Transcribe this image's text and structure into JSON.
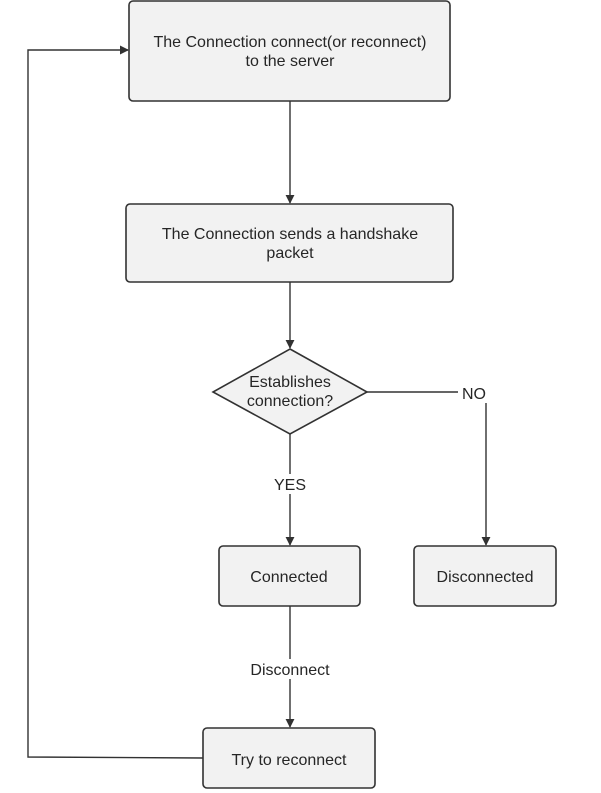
{
  "nodes": {
    "connect": {
      "line1": "The Connection connect(or reconnect)",
      "line2": "to the server"
    },
    "handshake": {
      "line1": "The Connection sends a handshake",
      "line2": "packet"
    },
    "decision": {
      "line1": "Establishes",
      "line2": "connection?"
    },
    "connected": {
      "label": "Connected"
    },
    "disconnected": {
      "label": "Disconnected"
    },
    "reconnect": {
      "label": "Try to reconnect"
    }
  },
  "edges": {
    "no_label": "NO",
    "yes_label": "YES",
    "disconnect_label": "Disconnect"
  },
  "colors": {
    "node_fill": "#f2f2f2",
    "stroke": "#323232",
    "text": "#262626"
  }
}
